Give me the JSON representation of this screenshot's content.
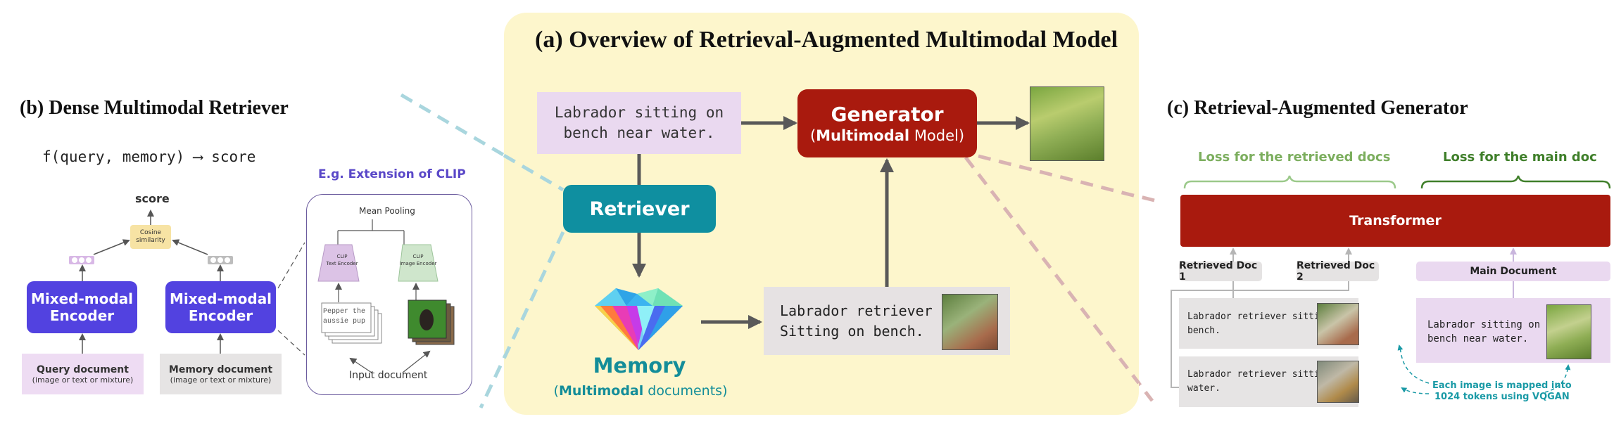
{
  "panel_a": {
    "title": "(a) Overview of Retrieval-Augmented Multimodal Model",
    "query_text_line1": "Labrador sitting on",
    "query_text_line2": "bench near water.",
    "generator_title": "Generator",
    "generator_sub_open": "(",
    "generator_sub_bold": "Multimodal",
    "generator_sub_rest": " Model)",
    "retriever_label": "Retriever",
    "memory_label": "Memory",
    "memory_sub_open": "(",
    "memory_sub_bold": "Multimodal",
    "memory_sub_rest": " documents)",
    "retrieved_line1": "Labrador retriever",
    "retrieved_line2": "Sitting on bench.",
    "output_image_icon": "dog-on-bench-photo",
    "retrieved_image_icon": "dog-on-bench-photo",
    "memory_icon": "diamond-icon"
  },
  "panel_b": {
    "title": "(b) Dense Multimodal Retriever",
    "formula": "f(query, memory) ⟶ score",
    "score_label": "score",
    "cosine_line1": "Cosine",
    "cosine_line2": "similarity",
    "encoder_line1": "Mixed-modal",
    "encoder_line2": "Encoder",
    "query_doc_title": "Query document",
    "query_doc_sub": "(image or text or mixture)",
    "memory_doc_title": "Memory document",
    "memory_doc_sub": "(image or text or mixture)",
    "clip_title": "E.g. Extension of CLIP",
    "mean_pooling": "Mean Pooling",
    "clip_text_line1": "CLIP",
    "clip_text_line2": "Text Encoder",
    "clip_image_line1": "CLIP",
    "clip_image_line2": "Image Encoder",
    "pepper_text": "Pepper the\naussie pup",
    "input_document": "Input document"
  },
  "panel_c": {
    "title": "(c) Retrieval-Augmented Generator",
    "loss_retrieved": "Loss for the retrieved docs",
    "loss_main": "Loss for the main doc",
    "transformer_label": "Transformer",
    "chip_doc1": "Retrieved Doc 1",
    "chip_doc2": "Retrieved Doc 2",
    "chip_main": "Main Document",
    "rdoc1_line1": "Labrador retriever sitting on",
    "rdoc1_line2": "bench.",
    "rdoc2_line1": "Labrador retriever sitting by",
    "rdoc2_line2": "water.",
    "mdoc_line1": "Labrador sitting on",
    "mdoc_line2": "bench near water.",
    "vqgan_line1": "Each image is mapped into",
    "vqgan_line2": "1024 tokens using VQGAN"
  },
  "colors": {
    "panel_a_bg": "#fdf6cc",
    "generator_red": "#a91a0e",
    "retriever_teal": "#0f8fa0",
    "encoder_purple": "#5242e0",
    "query_lilac": "#ead9f0",
    "doc_grey": "#e6e4e4",
    "loss_light_green": "#7cae5e",
    "loss_dark_green": "#3f7f2a",
    "vqgan_teal": "#1a9aa6",
    "dashed_blue": "#a9d6de",
    "dashed_pink": "#d9b3b3"
  }
}
